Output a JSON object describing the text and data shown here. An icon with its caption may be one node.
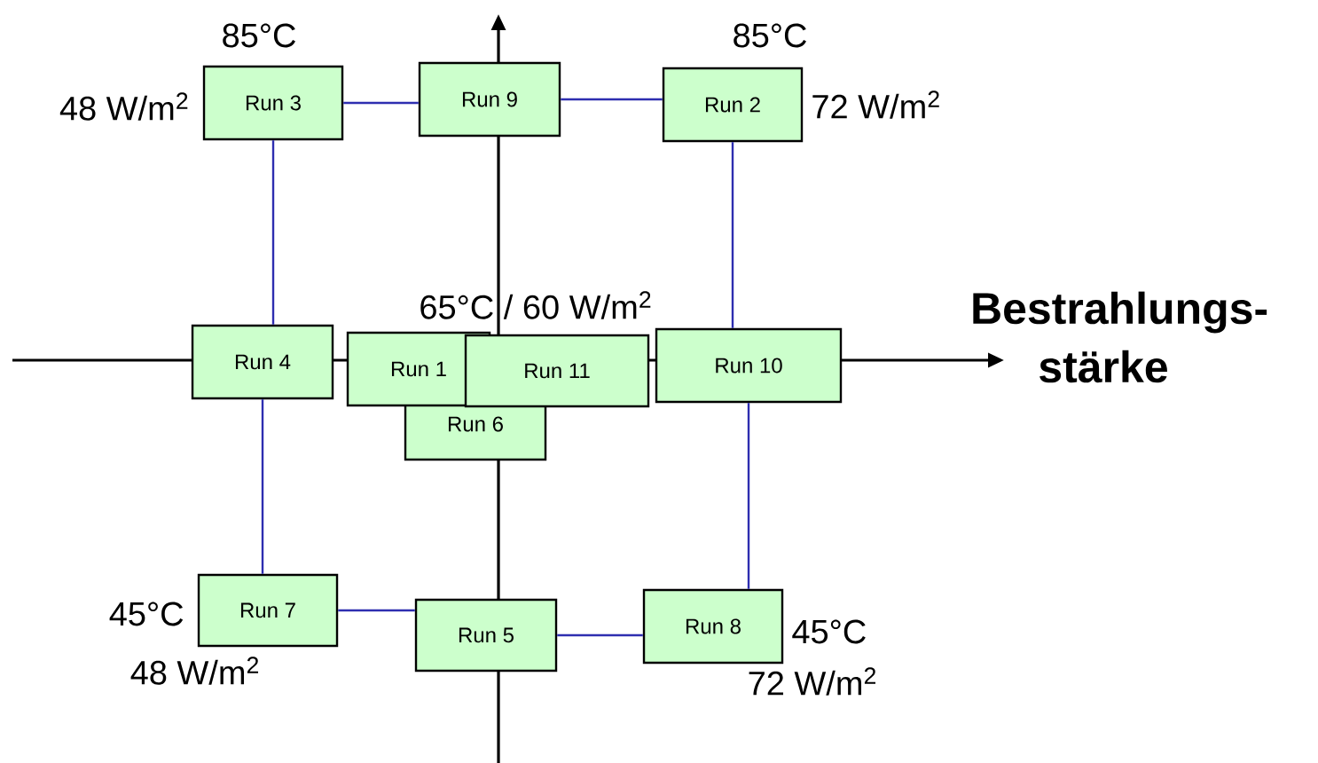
{
  "diagram": {
    "nodes": [
      {
        "text": [
          "Run 3"
        ],
        "beside": [
          "85°C",
          "48 W/m$^{2}$"
        ]
      },
      {
        "text": [
          "Run 9"
        ]
      },
      {
        "text": [
          "Run 2"
        ],
        "beside": [
          "85°C",
          "72 W/m$^{2}$"
        ]
      },
      {
        "text": [
          "Run 4"
        ]
      },
      {
        "text": [
          "Run 1"
        ]
      },
      {
        "text": [
          "Run 11"
        ]
      },
      {
        "text": [
          "Run 10"
        ]
      },
      {
        "text": [
          "Run 6"
        ]
      },
      {
        "text": [
          "Run 7"
        ],
        "beside": [
          "45°C",
          "48 W/m$^{2}$"
        ]
      },
      {
        "text": [
          "Run 5"
        ]
      },
      {
        "text": [
          "Run 8"
        ],
        "beside": [
          "45°C",
          "72 W/m$^{2}$"
        ]
      }
    ],
    "edges": [
      {
        "from": 0,
        "to": 1,
        "arrow": "none"
      },
      {
        "from": 1,
        "to": 2,
        "arrow": "none"
      },
      {
        "from": 0,
        "to": 3,
        "arrow": "none"
      },
      {
        "from": 3,
        "to": 8,
        "arrow": "none"
      },
      {
        "from": 2,
        "to": 6,
        "arrow": "none"
      },
      {
        "from": 6,
        "to": 10,
        "arrow": "none"
      },
      {
        "from": 8,
        "to": 9,
        "arrow": "none"
      },
      {
        "from": 9,
        "to": 10,
        "arrow": "none"
      }
    ],
    "labels": [
      "65°C / 60 W/m$^{2}$",
      "Bestrahlungs- stärke"
    ]
  }
}
